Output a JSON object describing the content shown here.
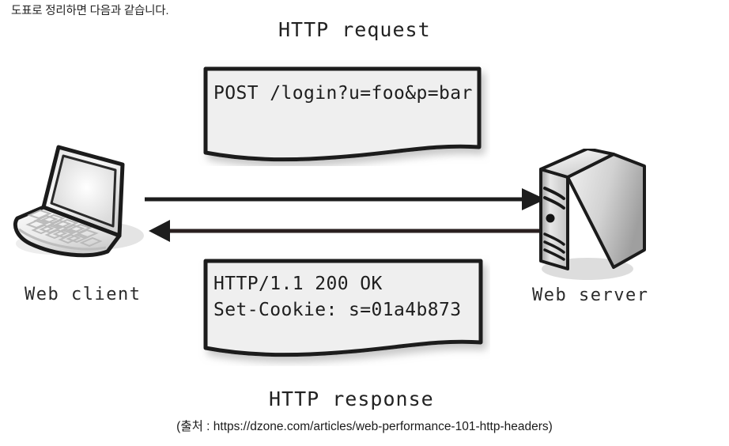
{
  "intro": {
    "text": "도표로 정리하면 다음과 같습니다."
  },
  "diagram": {
    "request_caption": "HTTP request",
    "response_caption": "HTTP response",
    "client": {
      "label": "Web client",
      "icon": "laptop-icon"
    },
    "server": {
      "label": "Web server",
      "icon": "server-tower-icon"
    },
    "request_message": {
      "lines": [
        "POST /login?u=foo&p=bar"
      ]
    },
    "response_message": {
      "lines": [
        "HTTP/1.1 200 OK",
        "Set-Cookie: s=01a4b873"
      ]
    },
    "arrows": [
      {
        "name": "request-arrow",
        "direction": "right",
        "from": "Web client",
        "to": "Web server"
      },
      {
        "name": "response-arrow",
        "direction": "left",
        "from": "Web server",
        "to": "Web client"
      }
    ],
    "colors": {
      "stroke": "#1a1a1a",
      "sheet_fill": "#efefef",
      "device_light": "#fbfbfb",
      "device_mid": "#cfcfcf",
      "device_dark": "#8c8c8c",
      "shadow": "#c9c9c9"
    }
  },
  "source": {
    "caption": "(출처 : https://dzone.com/articles/web-performance-101-http-headers)"
  }
}
